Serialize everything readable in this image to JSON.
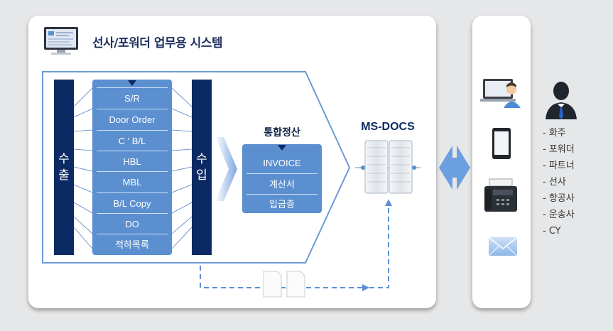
{
  "header": {
    "title": "선사/포워더 업무용 시스템"
  },
  "export_label": "수\n출",
  "import_label": "수\n입",
  "documents": [
    "S/R",
    "Door Order",
    "C ' B/L",
    "HBL",
    "MBL",
    "B/L Copy",
    "DO",
    "적하목록"
  ],
  "settlement": {
    "title": "통합정산",
    "items": [
      "INVOICE",
      "계산서",
      "입금증"
    ]
  },
  "server": {
    "title": "MS-DOCS"
  },
  "parties": [
    "- 화주",
    "- 포워더",
    "- 파트너",
    "- 선사",
    "- 항공사",
    "- 운송사",
    "- CY"
  ],
  "colors": {
    "navy": "#0b2a63",
    "box_blue": "#5b8fd0",
    "outline_blue": "#6c9ad6",
    "dashed_blue": "#5a8fd6",
    "arrow_blue": "#6b9fe0"
  }
}
